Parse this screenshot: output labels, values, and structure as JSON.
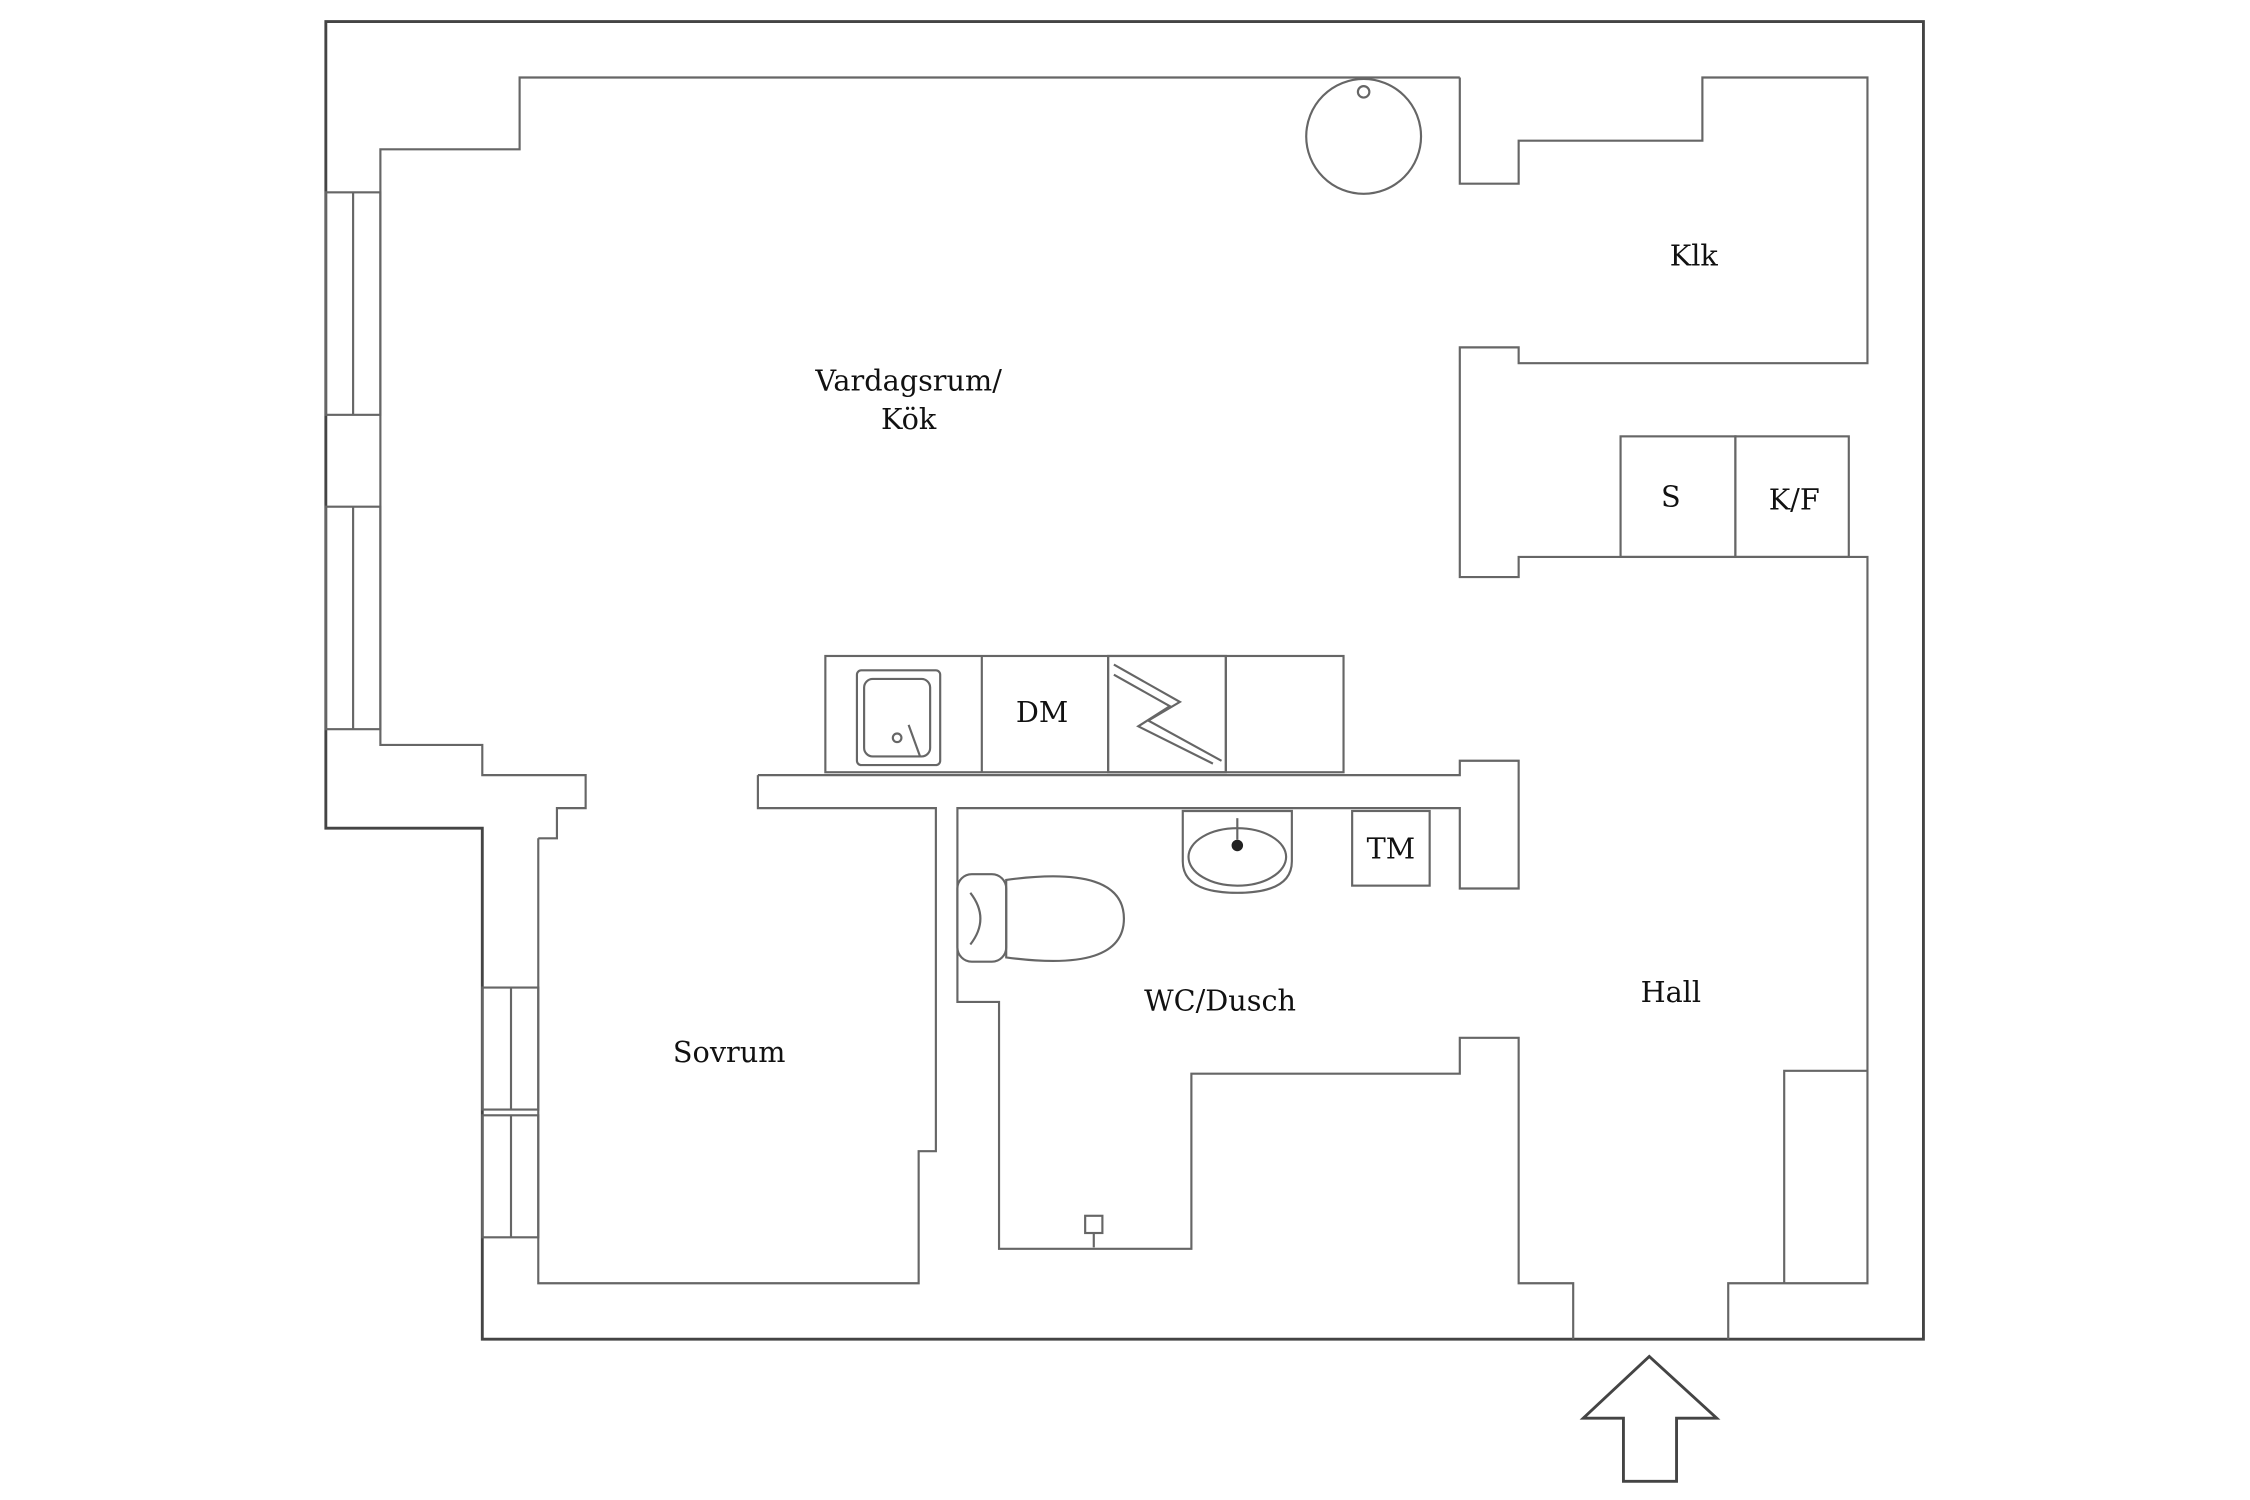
{
  "rooms": {
    "vardagsrum_line1": "Vardagsrum/",
    "vardagsrum_line2": "Kök",
    "klk": "Klk",
    "s": "S",
    "kf": "K/F",
    "dm": "DM",
    "tm": "TM",
    "wc": "WC/Dusch",
    "hall": "Hall",
    "sovrum": "Sovrum"
  }
}
